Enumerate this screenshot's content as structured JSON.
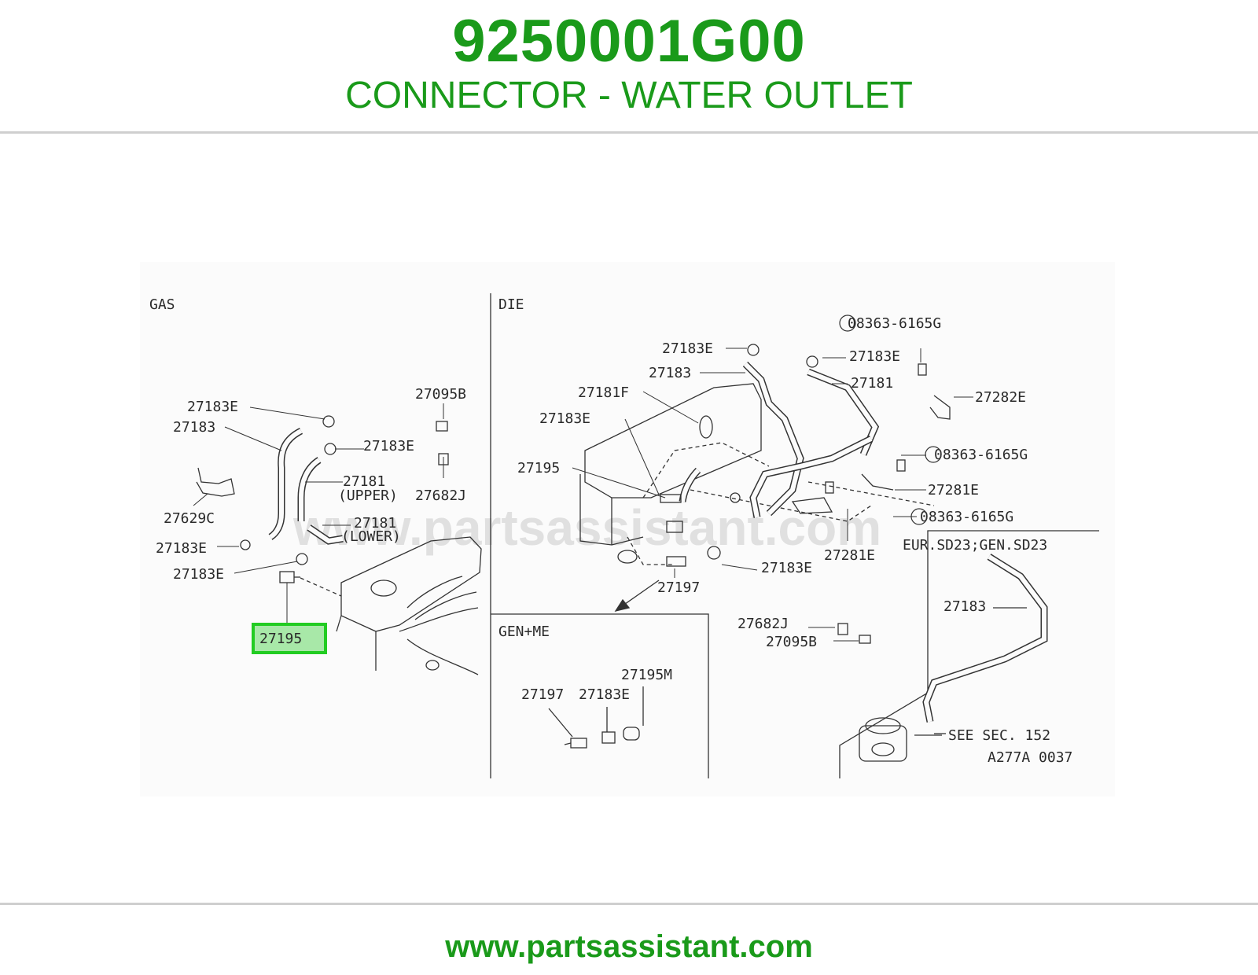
{
  "header": {
    "part_number": "9250001G00",
    "part_name": "CONNECTOR - WATER OUTLET"
  },
  "diagram": {
    "watermark": "www.partsassistant.com",
    "highlight_color": "#22cc22",
    "gas": {
      "title": "GAS",
      "labels": [
        "27183E",
        "27183",
        "27183E",
        "27095B",
        "27181",
        "(UPPER)",
        "27682J",
        "27629C",
        "27181",
        "(LOWER)",
        "27183E",
        "27183E"
      ],
      "highlighted_label": "27195"
    },
    "die": {
      "title": "DIE",
      "labels": [
        "08363-6165G",
        "27183E",
        "27183E",
        "27183",
        "27181",
        "27181F",
        "27282E",
        "27183E",
        "27195",
        "08363-6165G",
        "27281E",
        "08363-6165G",
        "27281E",
        "27183E",
        "27197",
        "27682J",
        "27095B"
      ]
    },
    "gen_me": {
      "title": "GEN+ME",
      "labels": [
        "27195M",
        "27197",
        "27183E"
      ]
    },
    "eur": {
      "title": "EUR.SD23;GEN.SD23",
      "labels": [
        "27183",
        "SEE SEC. 152"
      ]
    },
    "figure_code": "A277A 0037"
  },
  "footer": {
    "url": "www.partsassistant.com"
  }
}
